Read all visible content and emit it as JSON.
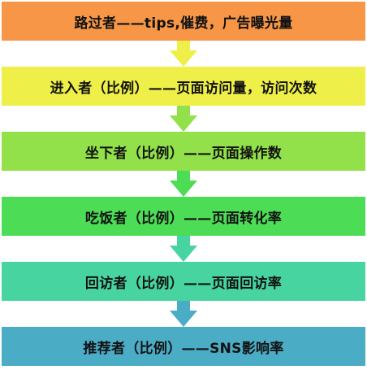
{
  "stages": [
    {
      "label": "路过者——tips,催费，广告曝光量",
      "color": "#F79646"
    },
    {
      "label": "进入者（比例）——页面访问量，访问次数",
      "color": "#EEF049"
    },
    {
      "label": "坐下者（比例）——页面操作数",
      "color": "#92E04A"
    },
    {
      "label": "吃饭者（比例）——页面转化率",
      "color": "#4CDC56"
    },
    {
      "label": "回访者（比例）——页面回访率",
      "color": "#48D4A0"
    },
    {
      "label": "推荐者（比例）——SNS影响率",
      "color": "#4BACC6"
    }
  ]
}
